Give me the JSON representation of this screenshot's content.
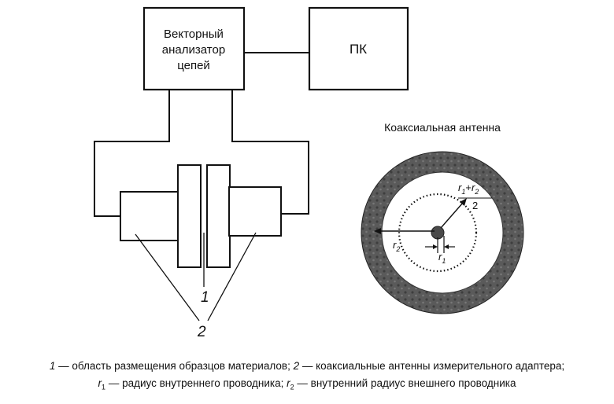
{
  "diagram": {
    "vna_label_lines": [
      "Векторный",
      "анализатор",
      "цепей"
    ],
    "pc_label": "ПК",
    "coax_title": "Коаксиальная антенна",
    "marker_1": "1",
    "marker_2": "2"
  },
  "labels": {
    "r": "r",
    "sub1": "1",
    "sub2": "2",
    "plus": "+",
    "half_den": "2"
  },
  "caption": {
    "line1": {
      "n1": "1",
      "t1": " — область размещения образцов материалов; ",
      "n2": "2",
      "t2": " — коаксиальные антенны измерительного адаптера;"
    },
    "line2": {
      "r1_var": "r",
      "r1_sub": "1",
      "t1": " — радиус внутреннего проводника; ",
      "r2_var": "r",
      "r2_sub": "2",
      "t2": " — внутренний радиус внешнего проводника"
    }
  },
  "colors": {
    "ring_fill": "#555555",
    "line": "#111111",
    "background": "#ffffff"
  }
}
